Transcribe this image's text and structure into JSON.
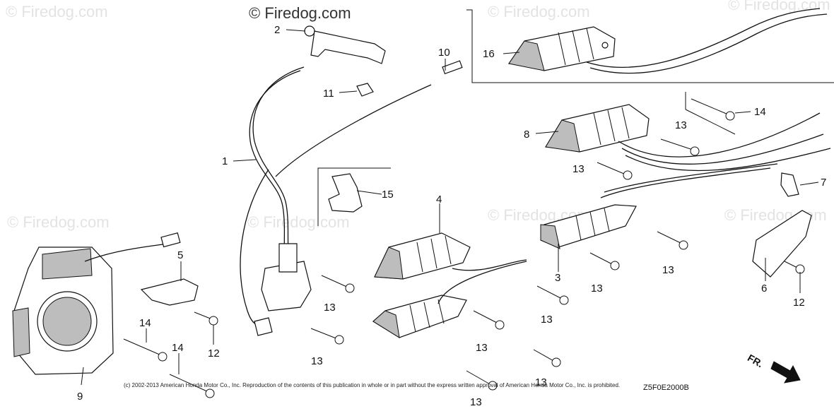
{
  "watermark": {
    "text": "© Firedog.com",
    "top_text": "© Firedog.com"
  },
  "callouts": [
    "1",
    "2",
    "3",
    "4",
    "5",
    "6",
    "7",
    "8",
    "9",
    "10",
    "11",
    "12",
    "13",
    "14",
    "15",
    "16"
  ],
  "labels": {
    "p1": "1",
    "p2": "2",
    "p3": "3",
    "p4": "4",
    "p5": "5",
    "p6": "6",
    "p7": "7",
    "p8": "8",
    "p9": "9",
    "p10": "10",
    "p11": "11",
    "p12a": "12",
    "p12b": "12",
    "p13": "13",
    "p14": "14",
    "p15": "15",
    "p16": "16"
  },
  "copyright": "(c) 2002-2013 American Honda Motor Co., Inc. Reproduction of the contents of this publication in whole or in part without the express written approval of American Honda Motor Co., Inc. is prohibited.",
  "diagram_code": "Z5F0E2000B",
  "direction_marker": "FR."
}
